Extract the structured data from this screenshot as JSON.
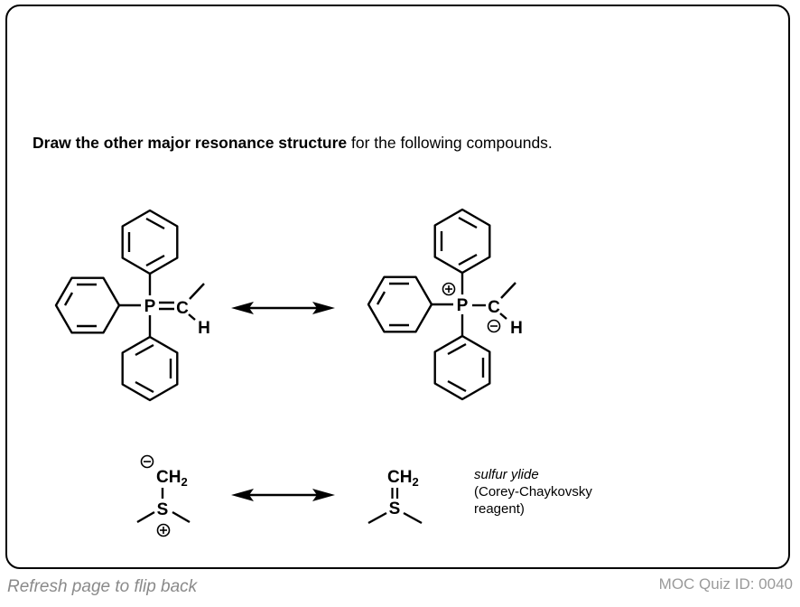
{
  "card": {
    "prompt_bold": "Draw the other major resonance structure",
    "prompt_rest": " for the following compounds."
  },
  "reactions": [
    {
      "left": {
        "name": "phosphorus ylide (ylene form)",
        "atoms": {
          "P": "P",
          "C": "C",
          "H": "H"
        },
        "bond": "double"
      },
      "right": {
        "name": "phosphorus ylide (ylide form)",
        "atoms": {
          "P": "P",
          "C": "C",
          "H": "H"
        },
        "charges": {
          "P": "+",
          "C": "−"
        },
        "bond": "single"
      },
      "arrow": "resonance"
    },
    {
      "left": {
        "name": "sulfur ylide (ylide form)",
        "atoms": {
          "S": "S",
          "CH": "CH",
          "sub": "2"
        },
        "charges": {
          "S": "+",
          "C": "−"
        },
        "bond": "single"
      },
      "right": {
        "name": "sulfur ylide (ylene form)",
        "atoms": {
          "S": "S",
          "CH": "CH",
          "sub": "2"
        },
        "bond": "double"
      },
      "arrow": "resonance",
      "note": {
        "italic": "sulfur ylide",
        "line2": "(Corey-Chaykovsky",
        "line3": "reagent)"
      }
    }
  ],
  "footer": {
    "left": "Refresh page to flip back",
    "right": "MOC Quiz ID: 0040"
  }
}
